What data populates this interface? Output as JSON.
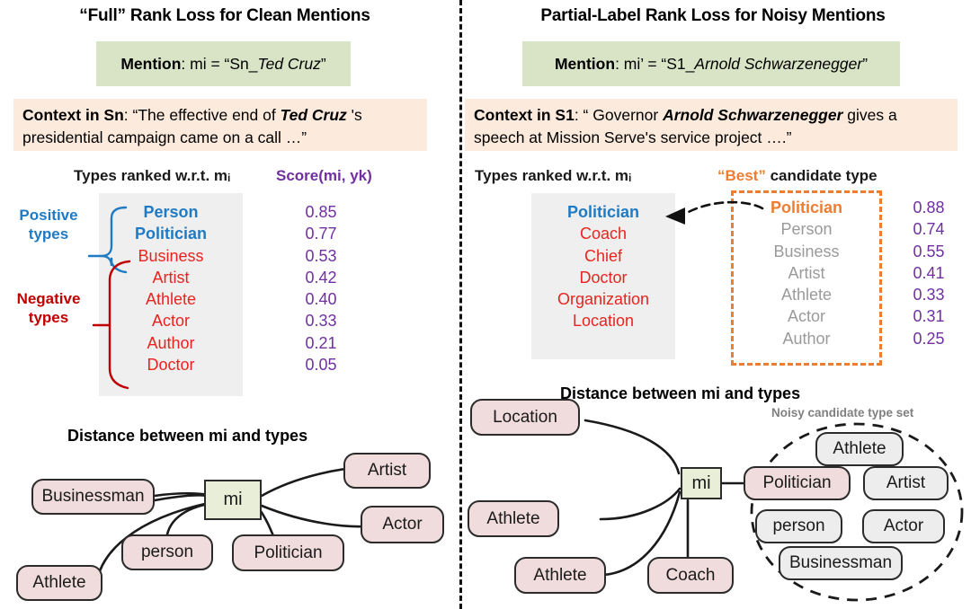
{
  "left": {
    "title": "“Full” Rank Loss for Clean Mentions",
    "mention": {
      "label": "Mention",
      "rest": ": mi = “Sn_",
      "italic": "Ted Cruz",
      "close": "”"
    },
    "context": {
      "label": "Context in Sn",
      "pre": ": “The effective end of ",
      "bold_italic": "Ted Cruz",
      "post": " 's presidential campaign came on a call …”"
    },
    "types_header": "Types ranked w.r.t. m",
    "types_header_sub": "i",
    "score_header": "Score(mi, yk)",
    "bracket_positive": "Positive\ntypes",
    "bracket_positive_l1": "Positive",
    "bracket_positive_l2": "types",
    "bracket_negative_l1": "Negative",
    "bracket_negative_l2": "types",
    "ranked": [
      {
        "type": "Person",
        "score": "0.85",
        "kind": "positive"
      },
      {
        "type": "Politician",
        "score": "0.77",
        "kind": "positive"
      },
      {
        "type": "Business",
        "score": "0.53",
        "kind": "negative"
      },
      {
        "type": "Artist",
        "score": "0.42",
        "kind": "negative"
      },
      {
        "type": "Athlete",
        "score": "0.40",
        "kind": "negative"
      },
      {
        "type": "Actor",
        "score": "0.33",
        "kind": "negative"
      },
      {
        "type": "Author",
        "score": "0.21",
        "kind": "negative"
      },
      {
        "type": "Doctor",
        "score": "0.05",
        "kind": "negative"
      }
    ],
    "graph_caption": "Distance between mi and types",
    "graph_nodes": [
      {
        "id": "businessman",
        "label": "Businessman"
      },
      {
        "id": "athlete",
        "label": "Athlete"
      },
      {
        "id": "person",
        "label": "person"
      },
      {
        "id": "politician",
        "label": "Politician"
      },
      {
        "id": "artist",
        "label": "Artist"
      },
      {
        "id": "actor",
        "label": "Actor"
      },
      {
        "id": "mi",
        "label": "mi"
      }
    ]
  },
  "right": {
    "title": "Partial-Label Rank Loss for Noisy Mentions",
    "mention": {
      "label": "Mention",
      "rest": ": mi’ = “S1_",
      "italic": "Arnold Schwarzenegger",
      "close": "”"
    },
    "context": {
      "label": "Context in S1",
      "pre": ": “ Governor ",
      "bold_italic": "Arnold Schwarzenegger",
      "post": " gives a speech at Mission Serve's service project ….”"
    },
    "types_header": "Types ranked w.r.t. m",
    "types_header_sub": "i",
    "best_header_quoted": "“Best”",
    "best_header_rest": " candidate type",
    "ranked": [
      {
        "type": "Politician",
        "kind": "positive"
      },
      {
        "type": "Coach",
        "kind": "negative"
      },
      {
        "type": "Chief",
        "kind": "negative"
      },
      {
        "type": "Doctor",
        "kind": "negative"
      },
      {
        "type": "Organization",
        "kind": "negative"
      },
      {
        "type": "Location",
        "kind": "negative"
      }
    ],
    "candidates": [
      {
        "type": "Politician",
        "score": "0.88",
        "kind": "best"
      },
      {
        "type": "Person",
        "score": "0.74",
        "kind": "other"
      },
      {
        "type": "Business",
        "score": "0.55",
        "kind": "other"
      },
      {
        "type": "Artist",
        "score": "0.41",
        "kind": "other"
      },
      {
        "type": "Athlete",
        "score": "0.33",
        "kind": "other"
      },
      {
        "type": "Actor",
        "score": "0.31",
        "kind": "other"
      },
      {
        "type": "Author",
        "score": "0.25",
        "kind": "other"
      }
    ],
    "graph_caption": "Distance between mi and types",
    "noisy_set_caption": "Noisy candidate type set",
    "graph_nodes": [
      {
        "id": "location",
        "label": "Location"
      },
      {
        "id": "athlete1",
        "label": "Athlete"
      },
      {
        "id": "athlete2",
        "label": "Athlete"
      },
      {
        "id": "coach",
        "label": "Coach"
      },
      {
        "id": "mi",
        "label": "mi"
      },
      {
        "id": "athlete-c",
        "label": "Athlete"
      },
      {
        "id": "politician-c",
        "label": "Politician"
      },
      {
        "id": "artist-c",
        "label": "Artist"
      },
      {
        "id": "person-c",
        "label": "person"
      },
      {
        "id": "actor-c",
        "label": "Actor"
      },
      {
        "id": "businessman-c",
        "label": "Businessman"
      }
    ]
  },
  "colors": {
    "positive_blue": "#1f7ac4",
    "negative_red": "#e8241f",
    "bracket_red": "#c00000",
    "score_purple": "#7030a0",
    "best_orange": "#ed7d31",
    "mention_green": "#d9e3c5",
    "context_peach": "#fcebdc",
    "list_gray": "#efefef",
    "node_pink": "#f0dcdc",
    "node_gray": "#ededed",
    "mi_green": "#e9eed8"
  }
}
